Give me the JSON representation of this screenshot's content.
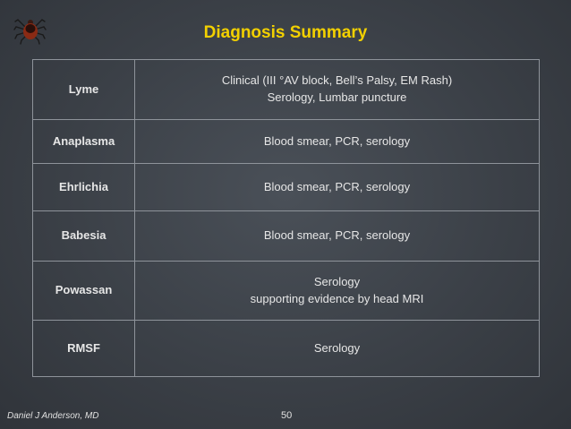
{
  "slide": {
    "title": "Diagnosis Summary",
    "footer_author": "Daniel J Anderson, MD",
    "page_number": "50",
    "icon": "tick-icon"
  },
  "table": {
    "rows": [
      {
        "disease": "Lyme",
        "diagnosis": [
          "Clinical (III °AV block, Bell’s Palsy, EM Rash)",
          "Serology, Lumbar puncture"
        ]
      },
      {
        "disease": "Anaplasma",
        "diagnosis": [
          "Blood smear, PCR, serology"
        ]
      },
      {
        "disease": "Ehrlichia",
        "diagnosis": [
          "Blood smear, PCR, serology"
        ]
      },
      {
        "disease": "Babesia",
        "diagnosis": [
          "Blood smear, PCR, serology"
        ]
      },
      {
        "disease": "Powassan",
        "diagnosis": [
          "Serology",
          "supporting evidence by head MRI"
        ]
      },
      {
        "disease": "RMSF",
        "diagnosis": [
          "Serology"
        ]
      }
    ]
  },
  "colors": {
    "title": "#f2d000",
    "disease_text": "#2cb0e8",
    "body_text": "#e6e6e6",
    "background": "#3b4047"
  }
}
